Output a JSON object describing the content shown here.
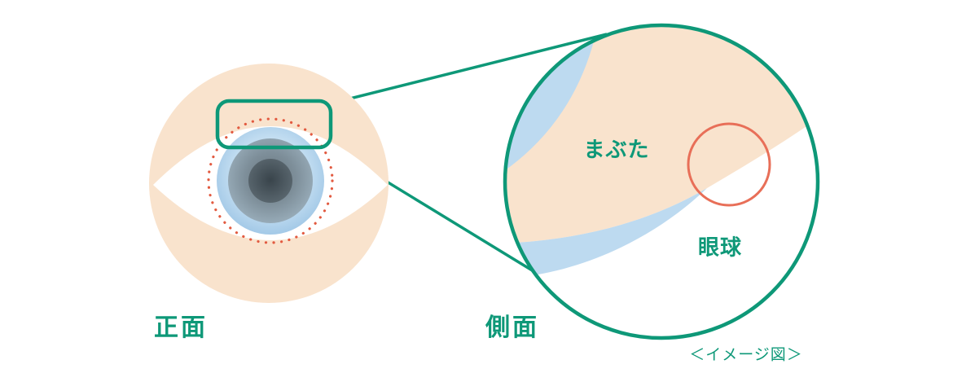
{
  "figure": {
    "image_note": "＜イメージ図＞"
  },
  "front_view": {
    "label": "正面"
  },
  "side_view": {
    "label": "側面",
    "annotations": {
      "eyelid": "まぶた",
      "eyeball": "眼球"
    }
  },
  "colors": {
    "green": "#0E9878",
    "skin": "#F9E3CD",
    "lens_blue": "#BDDAF0",
    "iris_blue": "#A9CFE9",
    "iris_gray": "#8AA1B0",
    "pupil_gray": "#4E5A62",
    "orange": "#E86F58",
    "dotted_red": "#E25A40",
    "white": "#FFFFFF"
  }
}
